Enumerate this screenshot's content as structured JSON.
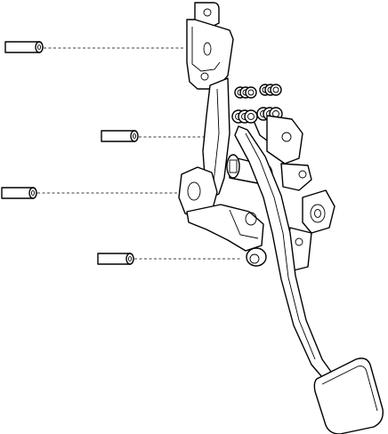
{
  "diagram": {
    "kind": "exploded-view line drawing",
    "subject": "pedal-assembly",
    "colors": {
      "line": "#000000",
      "background": "#ffffff"
    },
    "fasteners": [
      {
        "id": "bolt-1"
      },
      {
        "id": "bolt-2"
      },
      {
        "id": "bolt-3"
      },
      {
        "id": "bolt-4"
      }
    ]
  }
}
